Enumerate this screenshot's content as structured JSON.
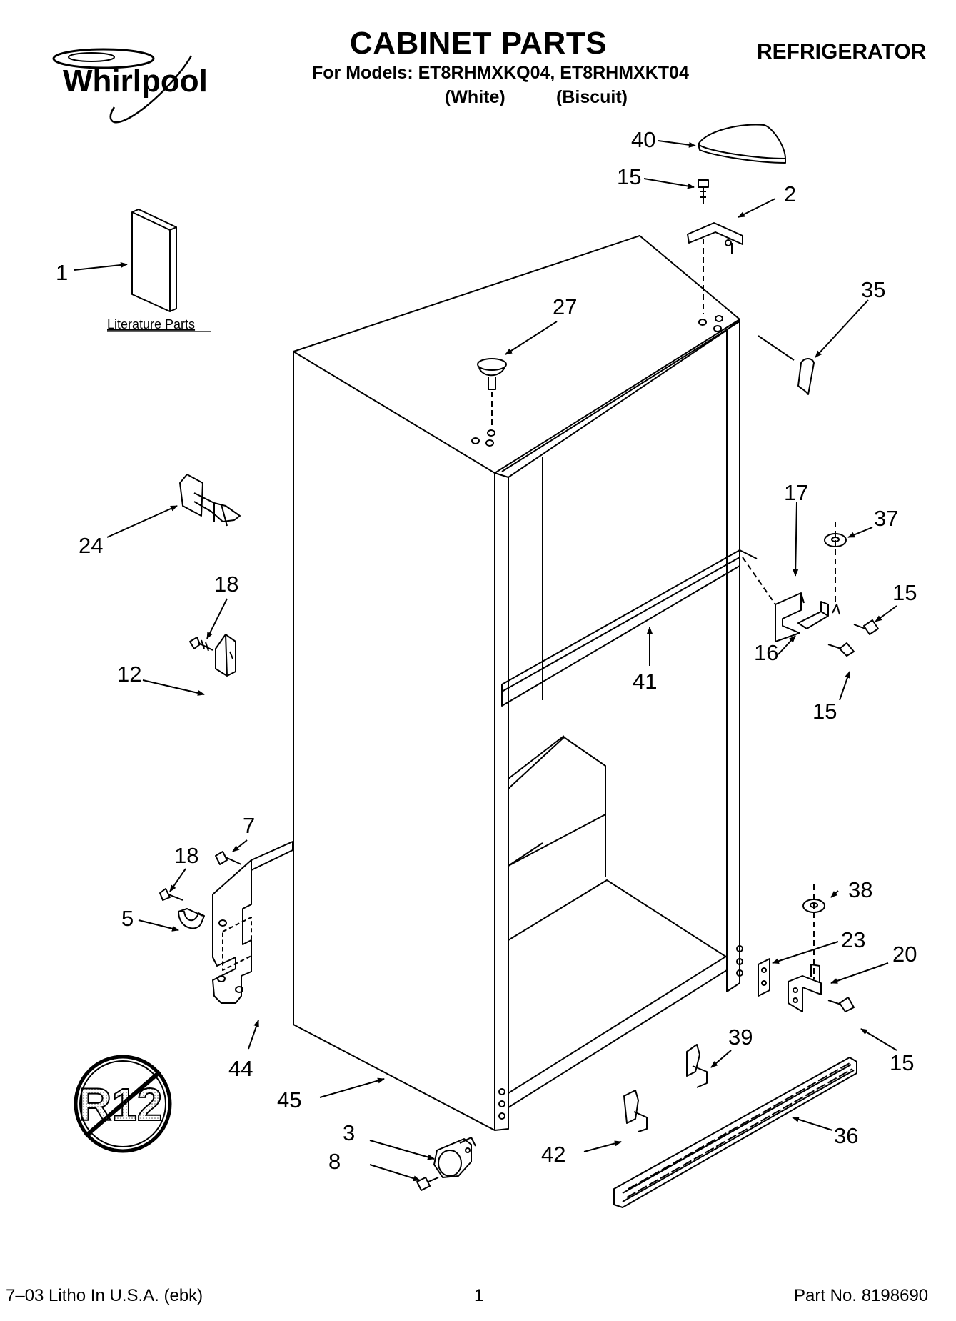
{
  "header": {
    "brand": "Whirlpool",
    "title": "CABINET PARTS",
    "models": "For Models: ET8RHMXKQ04, ET8RHMXKT04",
    "variant_white": "(White)",
    "variant_biscuit": "(Biscuit)",
    "appliance": "REFRIGERATOR"
  },
  "literature_label": "Literature Parts",
  "r12_label": "R12",
  "footer": {
    "litho": "7–03 Litho In U.S.A. (ebk)",
    "page": "1",
    "part_no": "Part No. 8198690"
  },
  "callouts": [
    "40",
    "15",
    "2",
    "1",
    "27",
    "35",
    "17",
    "37",
    "24",
    "15",
    "18",
    "16",
    "41",
    "12",
    "15",
    "7",
    "38",
    "18",
    "23",
    "5",
    "20",
    "39",
    "15",
    "44",
    "45",
    "36",
    "3",
    "42",
    "8"
  ]
}
